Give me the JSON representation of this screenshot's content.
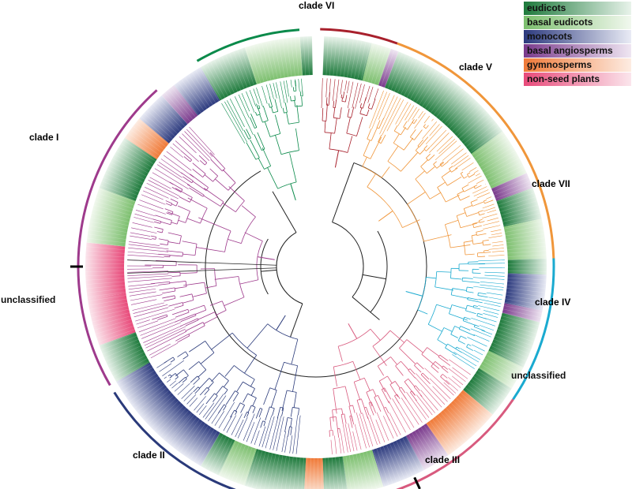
{
  "legend": [
    {
      "label": "eudicots",
      "color": "#1e7a3c",
      "fade": "#e8f3ea"
    },
    {
      "label": "basal eudicots",
      "color": "#7cbf6e",
      "fade": "#f1f8ee"
    },
    {
      "label": "monocots",
      "color": "#2c3a7e",
      "fade": "#e9ebf5"
    },
    {
      "label": "basal angiosperms",
      "color": "#7a3a8c",
      "fade": "#efe6f2"
    },
    {
      "label": "gymnosperms",
      "color": "#f07a38",
      "fade": "#fdece2"
    },
    {
      "label": "non-seed plants",
      "color": "#e84a7a",
      "fade": "#fbe5ec"
    }
  ],
  "clades": [
    {
      "label": "clade I",
      "color": "#0a8a4a"
    },
    {
      "label": "clade II",
      "color": "#9e3a8c"
    },
    {
      "label": "clade III",
      "color": "#2a3a7a"
    },
    {
      "label": "clade IV",
      "color": "#d85a7e"
    },
    {
      "label": "clade VII",
      "color": "#1aaad0"
    },
    {
      "label": "clade V",
      "color": "#f0963a"
    },
    {
      "label": "clade VI",
      "color": "#a8202c"
    }
  ],
  "unclassified": [
    {
      "label": "unclassified"
    },
    {
      "label": "unclassified"
    }
  ]
}
